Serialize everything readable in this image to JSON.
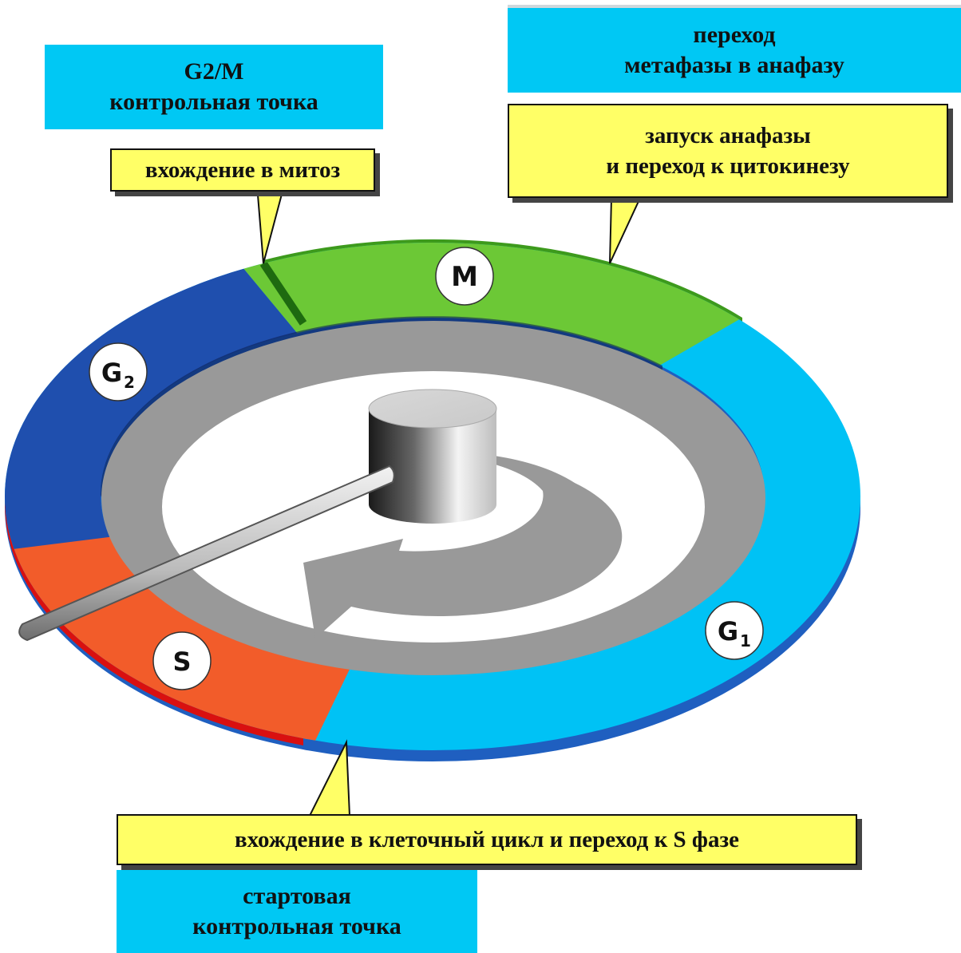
{
  "checkpoints": {
    "g2m": {
      "line1": "G2/M",
      "line2": "контрольная точка"
    },
    "metaphase_anaphase": {
      "line1": "переход",
      "line2": "метафазы в анафазу"
    },
    "start": {
      "line1": "стартовая",
      "line2": "контрольная точка"
    }
  },
  "callouts": {
    "mitosis_entry": "вхождение в митоз",
    "anaphase": {
      "line1": "запуск анафазы",
      "line2": "и переход к цитокинезу"
    },
    "cycle_entry": "вхождение в клеточный цикл и переход к S фазе"
  },
  "phases": [
    {
      "id": "M",
      "label": "M",
      "color": "#6cc836",
      "side_color": "#3d9a1c"
    },
    {
      "id": "G1",
      "label": "G",
      "sub": "1",
      "color": "#00c2f5",
      "side_color": "#1f5fc0"
    },
    {
      "id": "S",
      "label": "S",
      "color": "#f25c2a",
      "side_color": "#d91010"
    },
    {
      "id": "G2",
      "label": "G",
      "sub": "2",
      "color": "#1f4fae",
      "side_color": "#13307a"
    }
  ],
  "colors": {
    "checkpoint_box": "#00c8f4",
    "callout_box": "#ffff66",
    "dial_gray": "#999999"
  }
}
